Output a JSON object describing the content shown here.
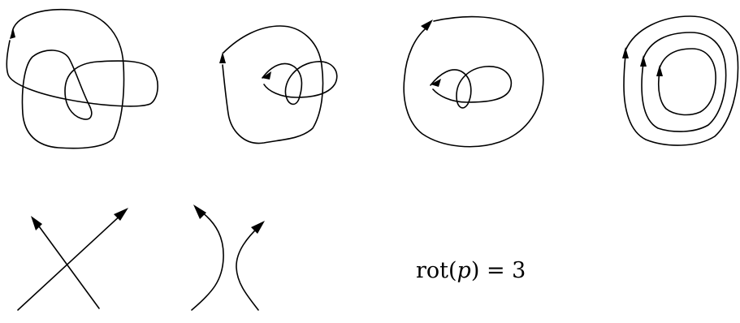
{
  "diagram": {
    "stroke_color": "#000000",
    "background_color": "#ffffff",
    "stages": [
      {
        "name": "stage-1",
        "description_visible": false
      },
      {
        "name": "stage-2",
        "description_visible": false
      },
      {
        "name": "stage-3",
        "description_visible": false
      },
      {
        "name": "stage-4",
        "description_visible": false
      }
    ],
    "moves": [
      {
        "name": "crossing"
      },
      {
        "name": "smoothing"
      }
    ]
  },
  "formula": {
    "prefix": "rot(",
    "variable": "p",
    "suffix": ") = 3"
  }
}
